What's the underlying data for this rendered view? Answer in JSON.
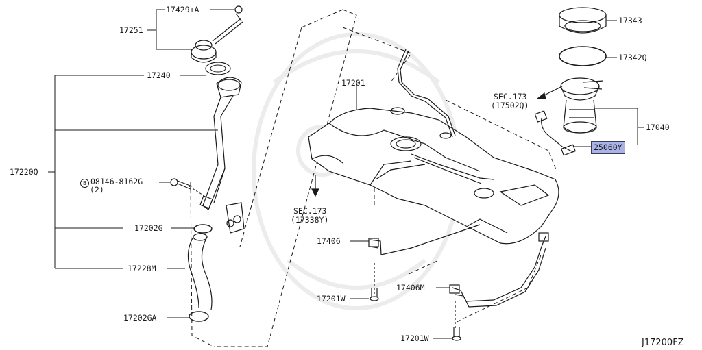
{
  "parts": {
    "p17429A": "17429+A",
    "p17251": "17251",
    "p17240": "17240",
    "p17220Q": "17220Q",
    "p08146_code": "08146-8162G",
    "p08146_qty": "(2)",
    "p08146_mark": "B",
    "p17202G": "17202G",
    "p17228M": "17228M",
    "p17202GA": "17202GA",
    "p17201": "17201",
    "p17406": "17406",
    "p17201W_a": "17201W",
    "p17406M": "17406M",
    "p17201W_b": "17201W",
    "p17343": "17343",
    "p17342Q": "17342Q",
    "p17040": "17040",
    "p25060Y": "25060Y"
  },
  "sections": {
    "sec1_title": "SEC.173",
    "sec1_code": "(17502Q)",
    "sec2_title": "SEC.173",
    "sec2_code": "(17338Y)"
  },
  "reference": "J17200FZ",
  "colors": {
    "highlight": "#a9b3e6",
    "line": "#1a1a1a",
    "watermark": "#eeeeee"
  }
}
